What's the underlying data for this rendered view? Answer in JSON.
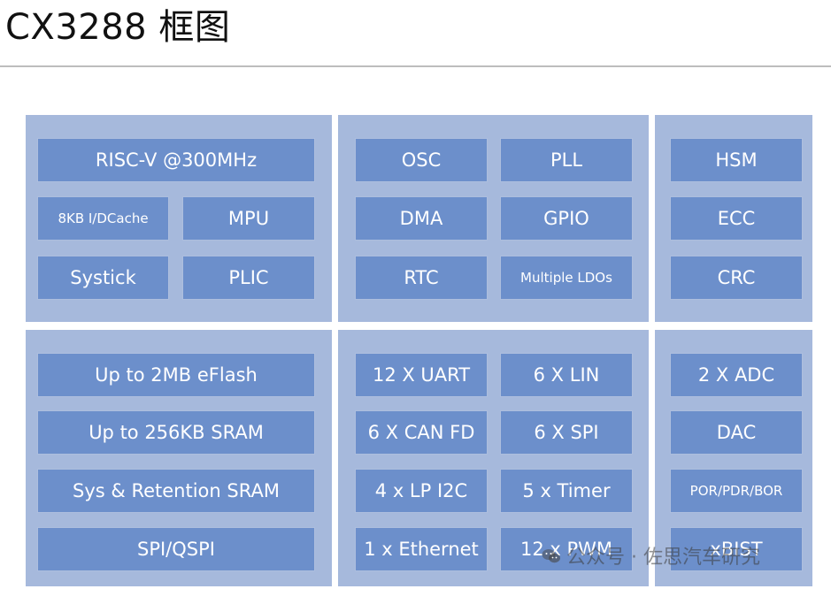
{
  "title": "CX3288 框图",
  "blocks": {
    "riscv": "RISC-V @300MHz",
    "icache": "8KB I/DCache",
    "mpu": "MPU",
    "systick": "Systick",
    "plic": "PLIC",
    "osc": "OSC",
    "pll": "PLL",
    "dma": "DMA",
    "gpio": "GPIO",
    "rtc": "RTC",
    "ldos": "Multiple LDOs",
    "hsm": "HSM",
    "ecc": "ECC",
    "crc": "CRC",
    "eflash": "Up to 2MB eFlash",
    "sram": "Up to 256KB SRAM",
    "retention": "Sys & Retention SRAM",
    "spi_qspi": "SPI/QSPI",
    "uart": "12 X UART",
    "lin": "6 X LIN",
    "canfd": "6 X CAN FD",
    "spi": "6 X SPI",
    "i2c": "4 x LP I2C",
    "timer": "5 x Timer",
    "ethernet": "1 x Ethernet",
    "pwm": "12 x PWM",
    "adc": "2 X ADC",
    "dac": "DAC",
    "por": "POR/PDR/BOR",
    "xbist": "xBIST"
  },
  "watermark": {
    "text": "公众号 · 佐思汽车研究",
    "icon": "wechat-icon"
  }
}
